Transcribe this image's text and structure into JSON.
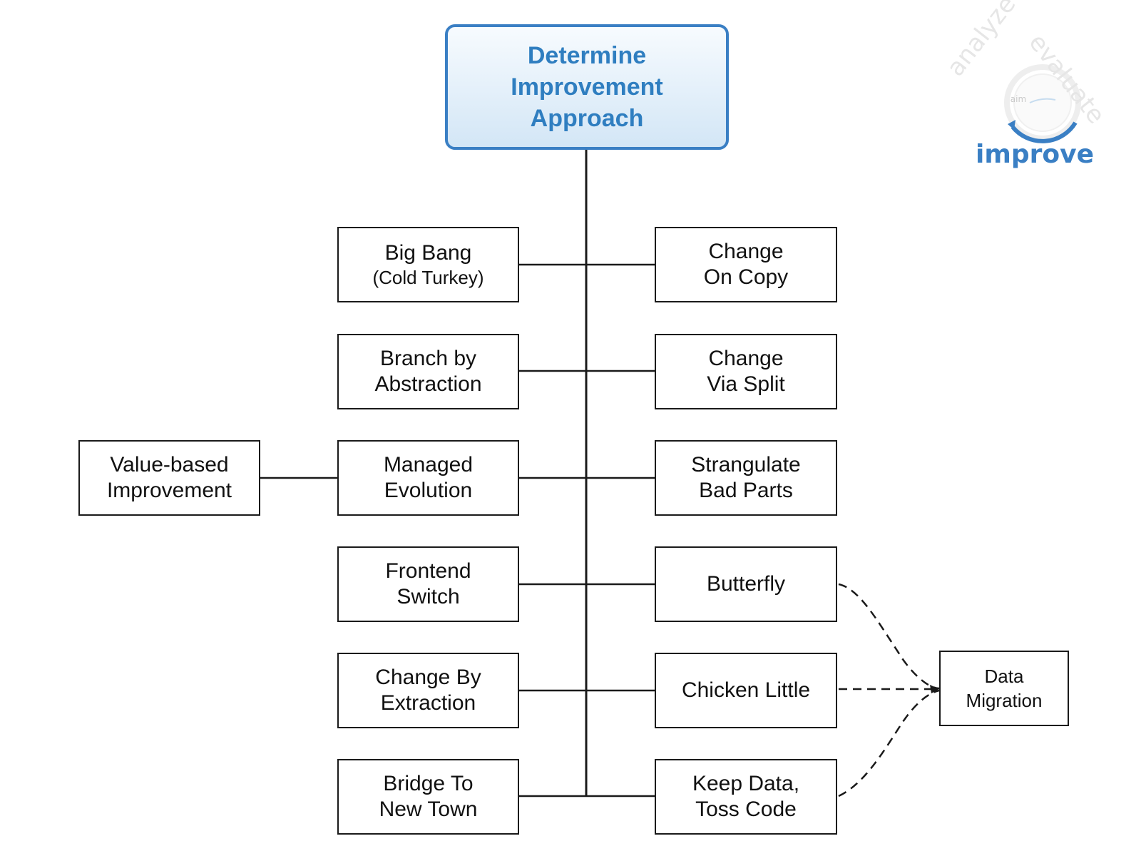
{
  "root": {
    "lines": [
      "Determine",
      "Improvement",
      "Approach"
    ]
  },
  "left_column": [
    {
      "line1": "Big Bang",
      "line2": "(Cold Turkey)"
    },
    {
      "line1": "Branch by",
      "line2": "Abstraction"
    },
    {
      "line1": "Managed",
      "line2": "Evolution"
    },
    {
      "line1": "Frontend",
      "line2": "Switch"
    },
    {
      "line1": "Change By",
      "line2": "Extraction"
    },
    {
      "line1": "Bridge To",
      "line2": "New Town"
    }
  ],
  "right_column": [
    {
      "line1": "Change",
      "line2": "On Copy"
    },
    {
      "line1": "Change",
      "line2": "Via Split"
    },
    {
      "line1": "Strangulate",
      "line2": "Bad Parts"
    },
    {
      "line1": "Butterfly",
      "line2": ""
    },
    {
      "line1": "Chicken Little",
      "line2": ""
    },
    {
      "line1": "Keep Data,",
      "line2": "Toss Code"
    }
  ],
  "value_based": {
    "line1": "Value-based",
    "line2": "Improvement"
  },
  "data_migration": {
    "line1": "Data",
    "line2": "Migration"
  },
  "logo": {
    "improve": "improve",
    "analyze": "analyze",
    "evaluate": "evaluate",
    "center": "aim"
  },
  "colors": {
    "accent": "#3a7fc4",
    "line": "#1a1a1a",
    "logo_faint": "#e6e6e6"
  }
}
